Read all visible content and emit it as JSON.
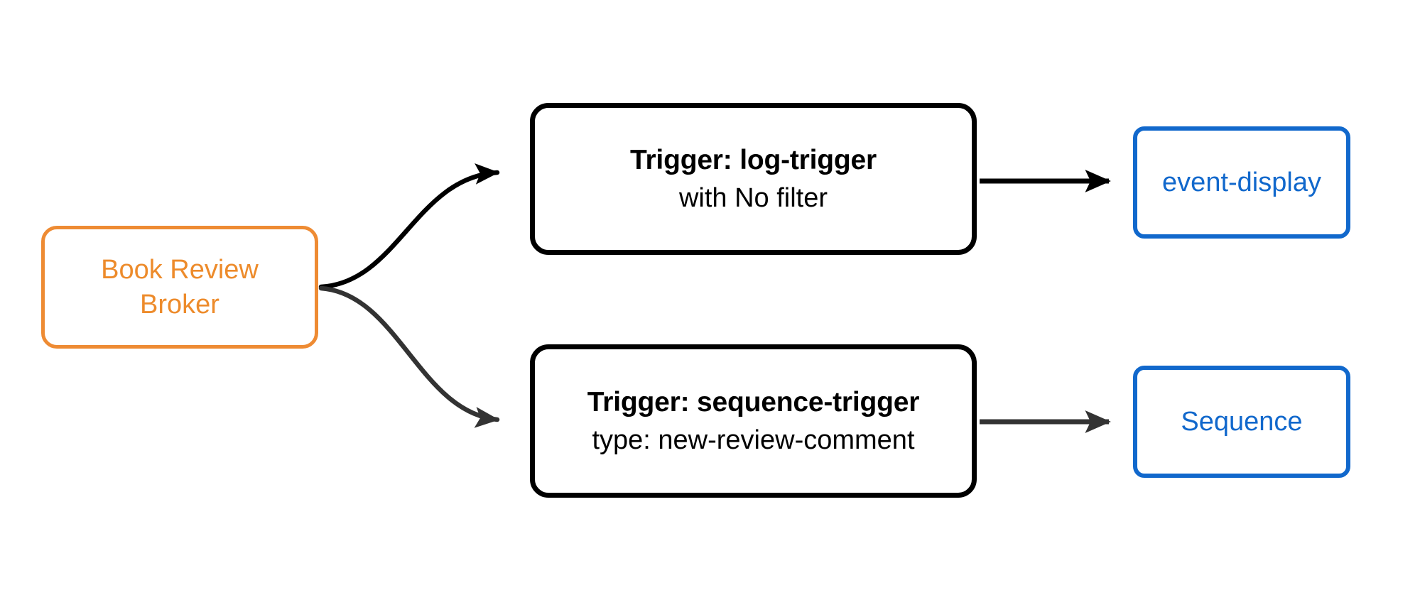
{
  "diagram": {
    "type": "event-broker-flow",
    "background_color": "#ffffff",
    "source": {
      "id": "book-review-broker",
      "label_line1": "Book Review",
      "label_line2": "Broker",
      "color": "#ED8B2B",
      "border_color": "#EE8B33",
      "shape": "rounded-rectangle"
    },
    "triggers": [
      {
        "id": "log-trigger",
        "title": "Trigger: log-trigger",
        "subtitle": "with No filter",
        "color": "#000000",
        "border_color": "#000000"
      },
      {
        "id": "sequence-trigger",
        "title": "Trigger: sequence-trigger",
        "subtitle": "type: new-review-comment",
        "color": "#000000",
        "border_color": "#000000"
      }
    ],
    "sinks": [
      {
        "id": "event-display",
        "label": "event-display",
        "color": "#1168CC",
        "border_color": "#1168CC"
      },
      {
        "id": "sequence",
        "label": "Sequence",
        "color": "#1168CC",
        "border_color": "#1168CC"
      }
    ],
    "edges": [
      {
        "id": "broker-to-log-trigger",
        "from": "book-review-broker",
        "to": "log-trigger",
        "style": "curved",
        "color": "#000000",
        "arrowhead": "filled-triangle"
      },
      {
        "id": "broker-to-sequence-trigger",
        "from": "book-review-broker",
        "to": "sequence-trigger",
        "style": "curved",
        "color": "#333333",
        "arrowhead": "filled-triangle"
      },
      {
        "id": "log-trigger-to-event-display",
        "from": "log-trigger",
        "to": "event-display",
        "style": "straight",
        "color": "#000000",
        "arrowhead": "filled-triangle"
      },
      {
        "id": "sequence-trigger-to-sequence",
        "from": "sequence-trigger",
        "to": "sequence",
        "style": "straight",
        "color": "#333333",
        "arrowhead": "filled-triangle"
      }
    ]
  }
}
